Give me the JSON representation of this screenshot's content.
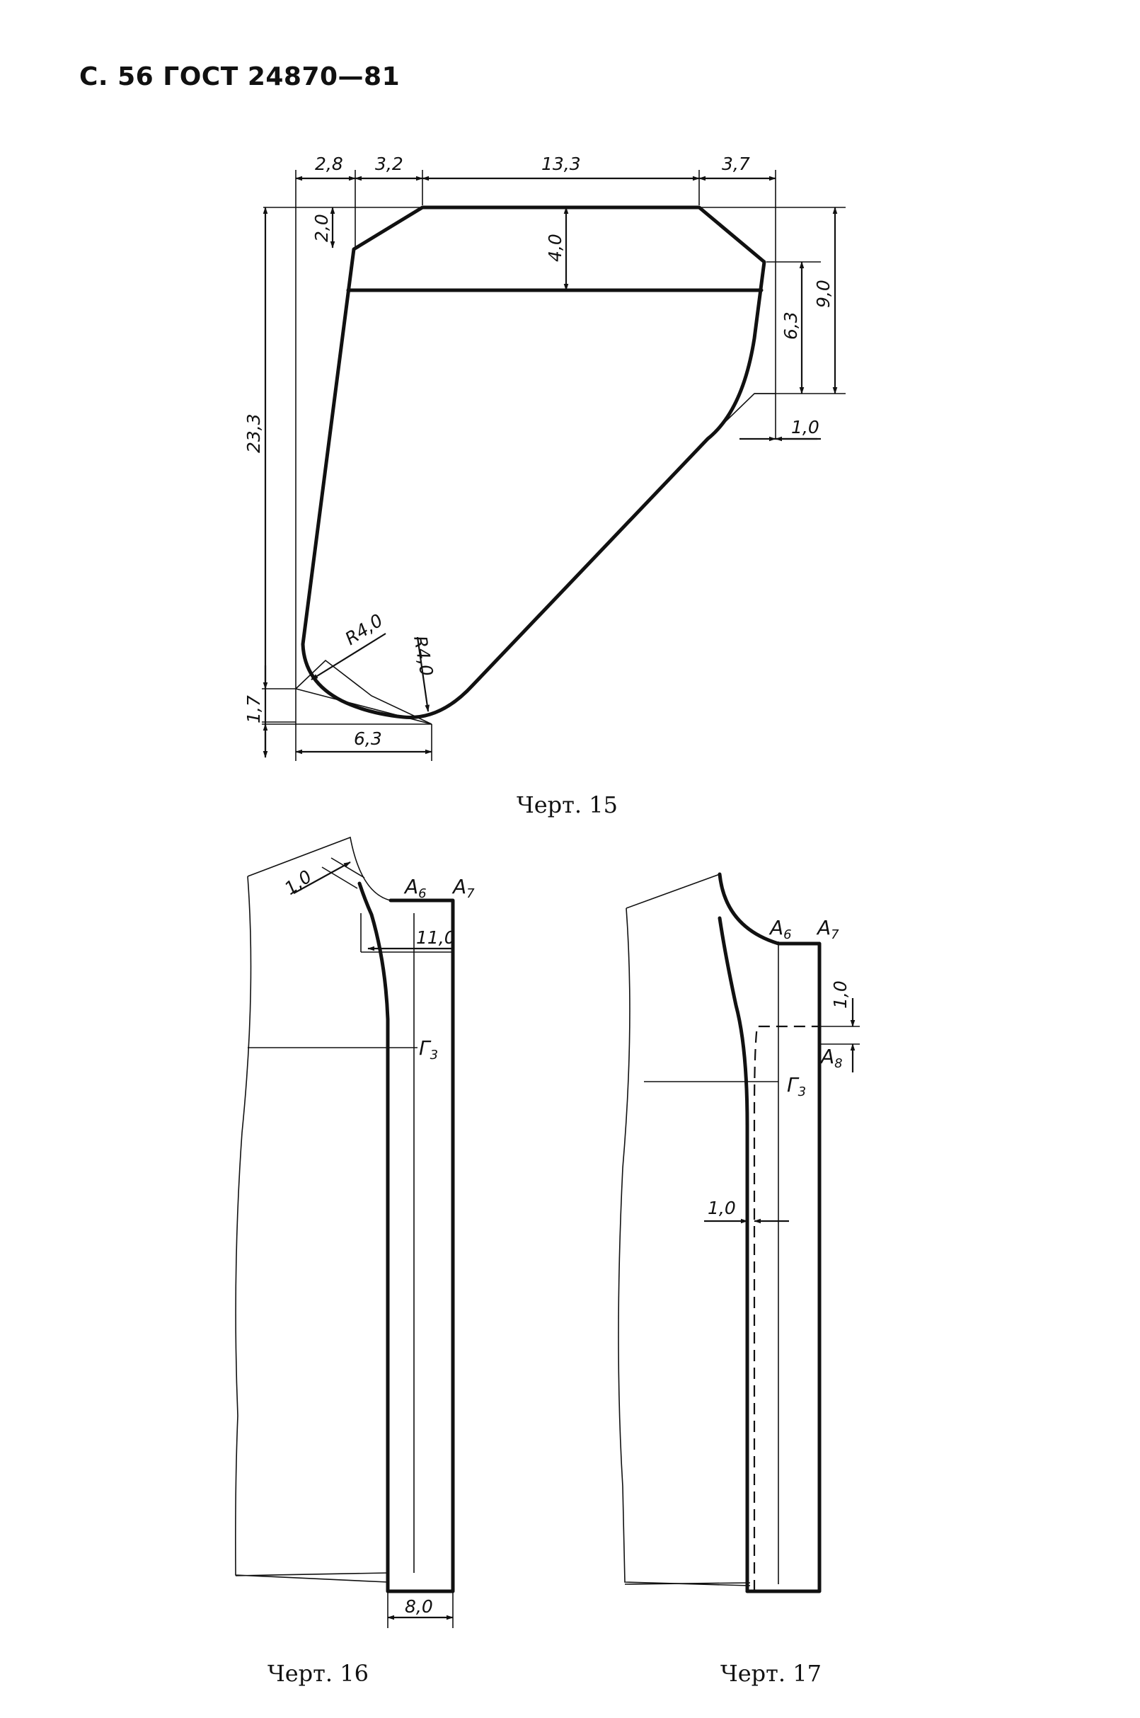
{
  "header": "С. 56 ГОСТ 24870—81",
  "figures": [
    {
      "caption": "Черт. 15",
      "dimensions": {
        "d_2_8": "2,8",
        "d_3_2": "3,2",
        "d_13_3": "13,3",
        "d_3_7": "3,7",
        "d_2_0": "2,0",
        "d_4_0": "4,0",
        "d_9_0": "9,0",
        "d_6_3_right": "6,3",
        "d_1_0": "1,0",
        "d_23_3": "23,3",
        "d_1_7": "1,7",
        "d_6_3_bottom": "6,3",
        "r_left": "R4,0",
        "r_right": "R4,0"
      }
    },
    {
      "caption": "Черт. 16",
      "dimensions": {
        "d_1_0": "1,0",
        "d_11_0": "11,0",
        "d_8_0": "8,0"
      },
      "points": {
        "a6": "A",
        "a6_sub": "6",
        "a7": "A",
        "a7_sub": "7",
        "g3": "Г",
        "g3_sub": "3"
      }
    },
    {
      "caption": "Черт. 17",
      "dimensions": {
        "d_1_0_top": "1,0",
        "d_1_0_left": "1,0"
      },
      "points": {
        "a6": "A",
        "a6_sub": "6",
        "a7": "A",
        "a7_sub": "7",
        "a8": "A",
        "a8_sub": "8",
        "g3": "Г",
        "g3_sub": "3"
      }
    }
  ],
  "colors": {
    "ink": "#111111",
    "paper": "#ffffff"
  }
}
